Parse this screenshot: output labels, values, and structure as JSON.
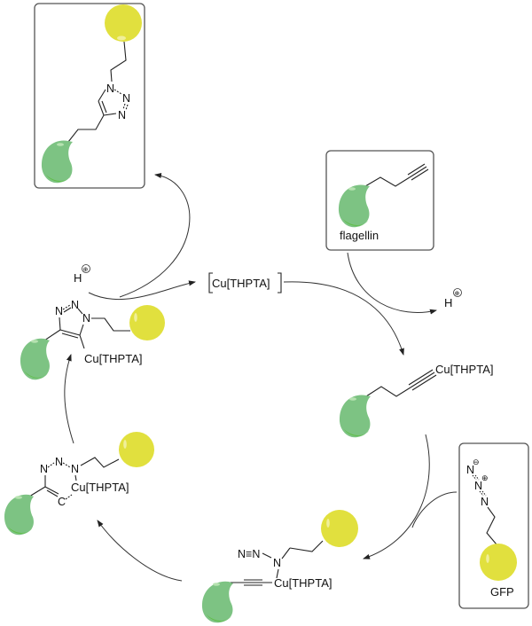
{
  "diagram": {
    "title": "CuAAC catalytic cycle: flagellin-alkyne + GFP-azide",
    "colors": {
      "flagellin_blob": "#7dc383",
      "flagellin_highlight": "#5fbf45",
      "gfp_ball": "#e1e03e",
      "line": "#222222",
      "box": "#555555"
    },
    "catalyst": "Cu[THPTA]",
    "proton": "H",
    "proton_charge": "⊕",
    "atoms": {
      "N": "N",
      "C": "C",
      "NtripleN": "N≡N",
      "minus": "⊖",
      "plus": "⊕"
    },
    "reagents": {
      "flagellin_label": "flagellin",
      "gfp_label": "GFP"
    },
    "intermediates": [
      {
        "id": "copper-acetylide",
        "cu_label": "Cu[THPTA]"
      },
      {
        "id": "azide-coordinated",
        "cu_label": "Cu[THPTA]",
        "azide_label": "N≡N"
      },
      {
        "id": "metallacycle",
        "cu_label": "Cu[THPTA]"
      },
      {
        "id": "copper-triazolide",
        "cu_label": "Cu[THPTA]"
      }
    ],
    "product": {
      "id": "triazole-conjugate"
    }
  }
}
